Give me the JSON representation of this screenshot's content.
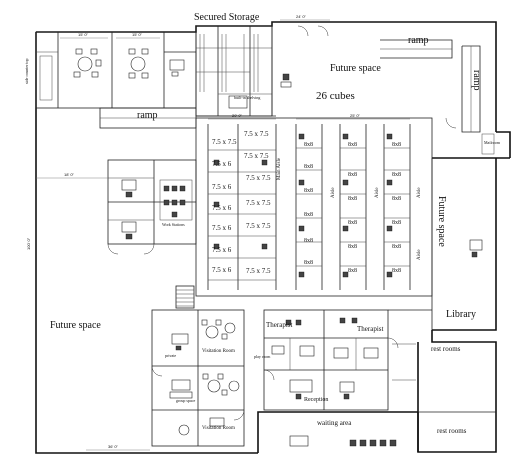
{
  "rooms": {
    "secured_storage": "Secured Storage",
    "future_space_top": "Future space",
    "cubes_26": "26 cubes",
    "ramp_top_right": "ramp",
    "ramp_right_vertical": "ramp",
    "ramp_left": "ramp",
    "future_space_right": "Future space",
    "future_space_left": "Future space",
    "library": "Library",
    "therapist_1": "Therapist",
    "therapist_2": "Therapist",
    "rest_rooms_1": "rest rooms",
    "rest_rooms_2": "rest rooms",
    "waiting_area": "waiting area",
    "visitation_room_1": "Visitation Room",
    "visitation_room_2": "Visitation Room",
    "reception": "Reception",
    "built_in_shelving": "built-in shelving",
    "side_counter": "side counter top",
    "mailroom": "Mailroom",
    "work_stations": "Work Stations",
    "group_space": "group space",
    "play_room": "play room",
    "private": "private"
  },
  "cells": {
    "c75x75": "7.5 x 7.5",
    "c75x6": "7.5 x 6",
    "c8x8": "8x8"
  },
  "aisles": {
    "main": "Main Aisle",
    "aisle": "Aisle"
  },
  "dimensions": {
    "d1": "36' 0\"",
    "d2": "15' 0\"",
    "d3": "20' 0\"",
    "d4": "18' 0\"",
    "d5": "25' 0\"",
    "d6": "16' 0\"",
    "d7": "24' 0\"",
    "d8": "100' 0\"",
    "d9": "12' 0\"",
    "d10": "8' 0\""
  },
  "colors": {
    "wall": "#111111",
    "background": "#ffffff",
    "furniture_fill": "#444444"
  }
}
